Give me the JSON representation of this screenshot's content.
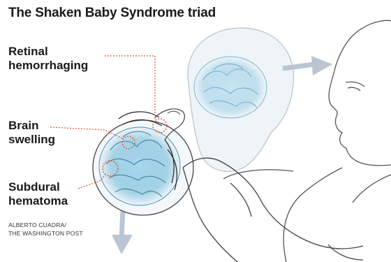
{
  "title": "The Shaken Baby Syndrome triad",
  "labels": {
    "retinal": [
      "Retinal",
      "hemorrhaging"
    ],
    "brain": [
      "Brain",
      "swelling"
    ],
    "subdural": [
      "Subdural",
      "hematoma"
    ]
  },
  "credit": [
    "ALBERTO CUADRA/",
    "THE WASHINGTON POST"
  ],
  "colors": {
    "leader_line": "#e0572f",
    "brain_blue": "#6fb8d8",
    "arrow_gray": "#b9c6d2",
    "ink": "#333333"
  }
}
